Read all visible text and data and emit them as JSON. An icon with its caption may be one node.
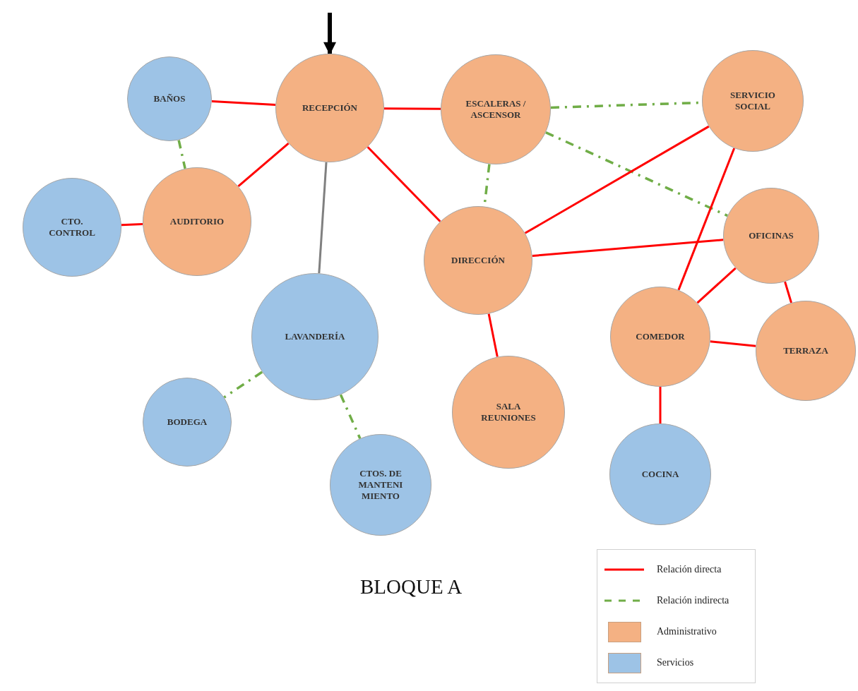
{
  "diagram": {
    "nodes": [
      {
        "text": [
          "BAÑOS"
        ]
      },
      {
        "text": [
          "RECEPCIÓN"
        ]
      },
      {
        "text": [
          "ESCALERAS / ASCENSOR"
        ]
      },
      {
        "text": [
          "SERVICIO SOCIAL"
        ]
      },
      {
        "text": [
          "CTO. CONTROL"
        ]
      },
      {
        "text": [
          "AUDITORIO"
        ]
      },
      {
        "text": [
          "OFICINAS"
        ]
      },
      {
        "text": [
          "DIRECCIÓN"
        ]
      },
      {
        "text": [
          "LAVANDERÍA"
        ]
      },
      {
        "text": [
          "COMEDOR"
        ]
      },
      {
        "text": [
          "TERRAZA"
        ]
      },
      {
        "text": [
          "BODEGA"
        ]
      },
      {
        "text": [
          "SALA REUNIONES"
        ]
      },
      {
        "text": [
          "CTOS. DE MANTENI MIENTO"
        ]
      },
      {
        "text": [
          "COCINA"
        ]
      }
    ],
    "edges": [
      {
        "from": null,
        "to": 1,
        "arrow": "to",
        "style": "thick",
        "color": "#000000"
      },
      {
        "from": 0,
        "to": 1,
        "arrow": "none"
      },
      {
        "from": 1,
        "to": 2,
        "arrow": "none"
      },
      {
        "from": 0,
        "to": 5,
        "arrow": "none",
        "style": "dashed",
        "color": "#70ad47"
      },
      {
        "from": 1,
        "to": 5,
        "arrow": "none"
      },
      {
        "from": 4,
        "to": 5,
        "arrow": "none"
      },
      {
        "from": 1,
        "to": 8,
        "arrow": "none",
        "color": "#808080"
      },
      {
        "from": 1,
        "to": 7,
        "arrow": "none"
      },
      {
        "from": 2,
        "to": 3,
        "arrow": "none",
        "style": "dashed",
        "color": "#70ad47"
      },
      {
        "from": 2,
        "to": 7,
        "arrow": "none",
        "style": "dashed",
        "color": "#70ad47"
      },
      {
        "from": 2,
        "to": 6,
        "arrow": "none",
        "style": "dashed",
        "color": "#70ad47"
      },
      {
        "from": 7,
        "to": 3,
        "arrow": "none"
      },
      {
        "from": 7,
        "to": 6,
        "arrow": "none"
      },
      {
        "from": 3,
        "to": 9,
        "arrow": "none"
      },
      {
        "from": 6,
        "to": 9,
        "arrow": "none"
      },
      {
        "from": 6,
        "to": 10,
        "arrow": "none"
      },
      {
        "from": 9,
        "to": 10,
        "arrow": "none"
      },
      {
        "from": 9,
        "to": 14,
        "arrow": "none"
      },
      {
        "from": 7,
        "to": 12,
        "arrow": "none"
      },
      {
        "from": 8,
        "to": 11,
        "arrow": "none",
        "style": "dashed",
        "color": "#70ad47"
      },
      {
        "from": 8,
        "to": 13,
        "arrow": "none",
        "style": "dashed",
        "color": "#70ad47"
      }
    ],
    "labels": [
      "BLOQUE A"
    ],
    "legend": [
      {
        "text": "Relación directa"
      },
      {
        "text": "Relación indirecta"
      },
      {
        "text": "Administrativo",
        "color": "#f4b183"
      },
      {
        "text": "Servicios",
        "color": "#9dc3e6"
      }
    ]
  }
}
